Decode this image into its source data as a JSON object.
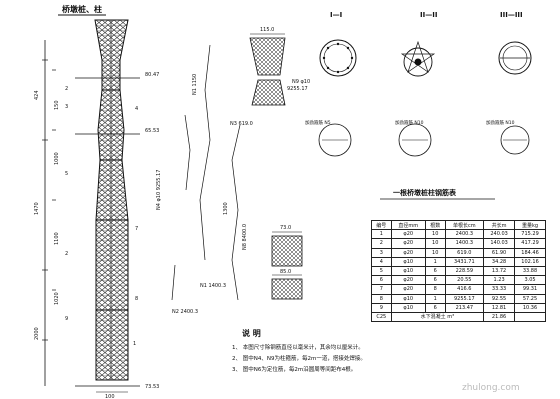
{
  "drawing": {
    "main_title": "桥墩桩、柱",
    "sections": [
      "I—I",
      "II—II",
      "III—III"
    ],
    "table_title": "一根桥墩桩柱钢筋表",
    "notes_title": "说 明",
    "notes": [
      "1、 本图尺寸除钢筋直径以毫米计，其余均以厘米计。",
      "2、 图中N4、N9为柱箍筋，每2m一道，搭接处焊接。",
      "3、 图中N6为定位筋，每2m沿圆周等间距布4根。"
    ],
    "watermark": "zhulong.com",
    "elev_top": "80.47",
    "elev_mid": "65.53",
    "elev_bot": "73.53",
    "dim_bottom": "100",
    "ann_a": "N1 1150",
    "ann_b": "1300",
    "ann_c": "N4 φ10 9255.17",
    "ann_d": "N1 1400.3",
    "ann_e": "N2 2400.3",
    "ann_f": "N3 619.0",
    "ann_g": "N8 8400.0",
    "dim_top_cage": "115.0",
    "dim_cage2": "73.0",
    "dim_cage3": "85.0",
    "side_dims": [
      "424",
      "1470",
      "150",
      "1000",
      "1100",
      "1020",
      "2000"
    ],
    "ring1_label": "加劲箍筋 N5",
    "ring2_label": "加劲箍筋 N10",
    "ring3_label": "加劲箍筋 N10"
  },
  "table": {
    "header": [
      "编号",
      "直径mm",
      "根数",
      "单根长cm",
      "共长m",
      "重量kg"
    ],
    "rows": [
      [
        "1",
        "φ20",
        "10",
        "2400.3",
        "240.03",
        "715.29"
      ],
      [
        "2",
        "φ20",
        "10",
        "1400.3",
        "140.03",
        "417.29"
      ],
      [
        "3",
        "φ20",
        "10",
        "619.0",
        "61.90",
        "184.46"
      ],
      [
        "4",
        "φ10",
        "1",
        "3431.71",
        "34.28",
        "102.16"
      ],
      [
        "5",
        "φ10",
        "6",
        "228.59",
        "13.72",
        "33.88"
      ],
      [
        "6",
        "φ20",
        "6",
        "20.55",
        "1.23",
        "3.05"
      ],
      [
        "7",
        "φ20",
        "8",
        "416.6",
        "33.33",
        "99.31"
      ],
      [
        "8",
        "φ10",
        "1",
        "9255.17",
        "92.55",
        "57.25"
      ],
      [
        "9",
        "φ10",
        "6",
        "213.47",
        "12.81",
        "10.36"
      ],
      [
        "C25",
        "水下混凝土 m³",
        "",
        "",
        "21.86",
        ""
      ]
    ]
  }
}
